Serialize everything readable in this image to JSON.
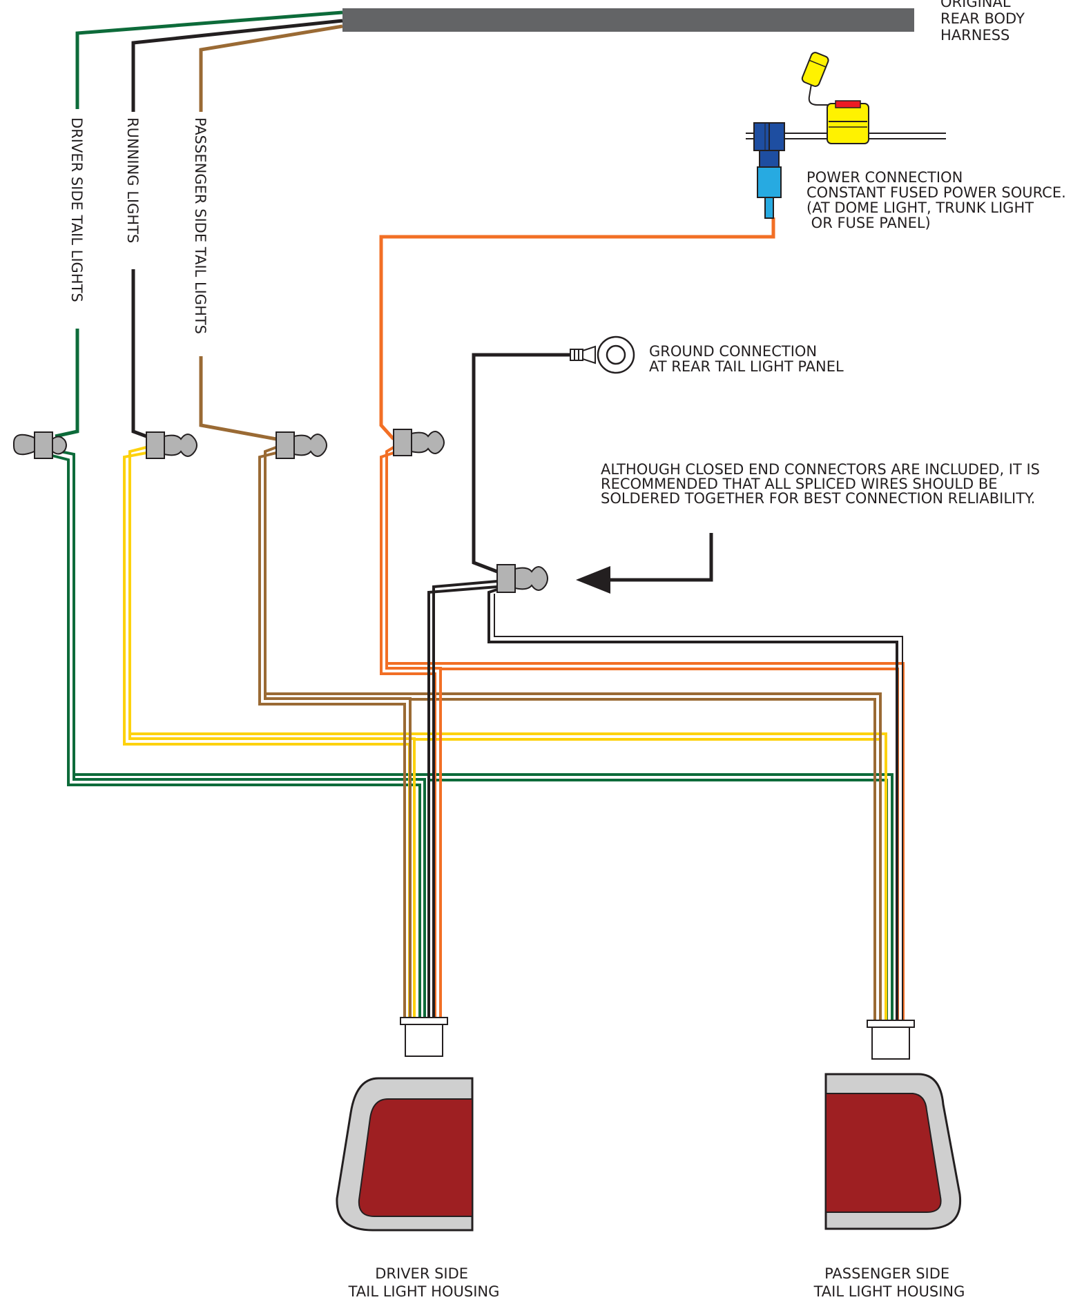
{
  "labels": {
    "harness": [
      "ORIGINAL",
      "REAR BODY",
      "HARNESS"
    ],
    "power": [
      "POWER CONNECTION",
      "CONSTANT FUSED POWER SOURCE.",
      "(AT DOME LIGHT, TRUNK LIGHT",
      " OR FUSE PANEL)"
    ],
    "ground": [
      "GROUND CONNECTION",
      "AT REAR TAIL LIGHT PANEL"
    ],
    "note": [
      "ALTHOUGH CLOSED END CONNECTORS ARE INCLUDED, IT IS",
      "RECOMMENDED THAT ALL SPLICED WIRES SHOULD BE",
      "SOLDERED TOGETHER FOR BEST CONNECTION RELIABILITY."
    ],
    "driver_housing": [
      "DRIVER SIDE",
      "TAIL LIGHT HOUSING"
    ],
    "passenger_housing": [
      "PASSENGER SIDE",
      "TAIL LIGHT HOUSING"
    ],
    "driver_tail": "DRIVER SIDE TAIL LIGHTS",
    "running": "RUNNING LIGHTS",
    "passenger_tail": "PASSENGER SIDE TAIL LIGHTS"
  },
  "colors": {
    "green": "#0d6b3a",
    "black": "#231f20",
    "brown": "#9a6a34",
    "yellow": "#fdd20e",
    "orange": "#f26f25",
    "harness": "#636466",
    "connector": "#b3b3b3",
    "lens": "#9e1f22",
    "bezel": "#cfcfcf",
    "fuse_yellow": "#fff200",
    "tap_blue": "#1e4ea1",
    "terminal_blue": "#27aae1"
  }
}
